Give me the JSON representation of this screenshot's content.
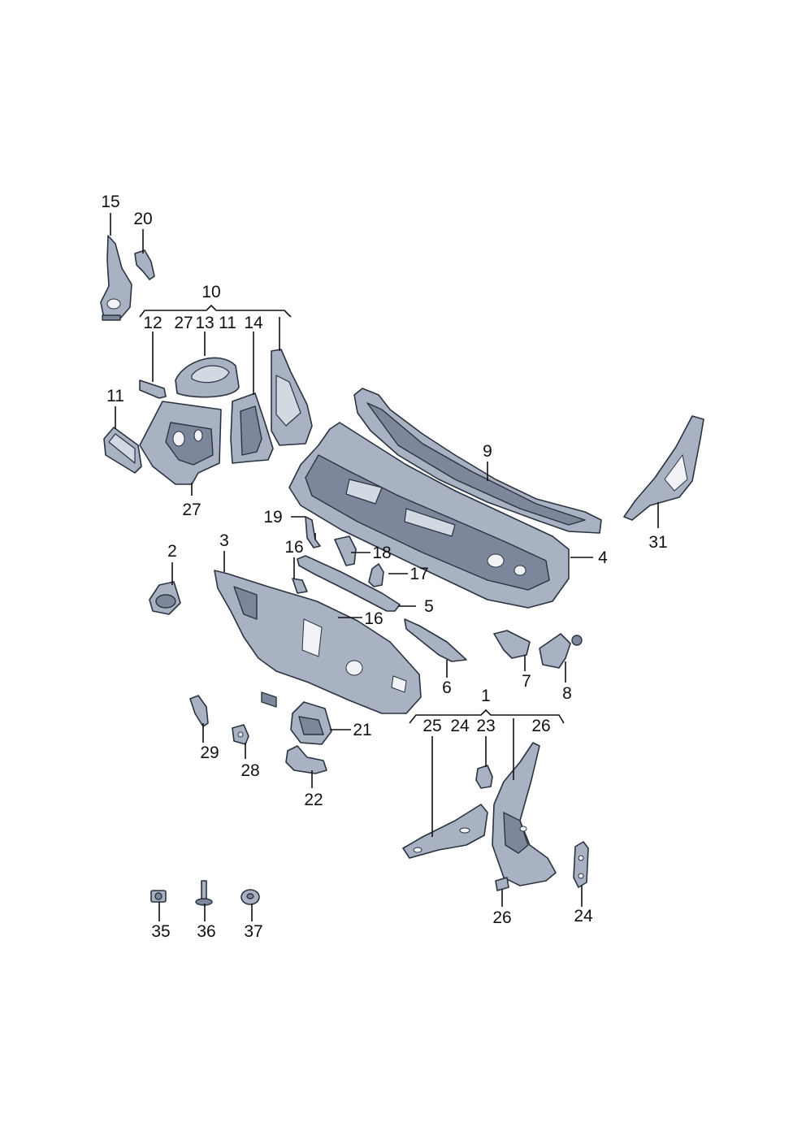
{
  "diagram": {
    "callouts": {
      "c15": "15",
      "c20": "20",
      "c10": "10",
      "c12": "12",
      "c27a": "27",
      "c13": "13",
      "c11a": "11",
      "c14": "14",
      "c11b": "11",
      "c27b": "27",
      "c9": "9",
      "c31": "31",
      "c19": "19",
      "c2": "2",
      "c3": "3",
      "c16a": "16",
      "c18": "18",
      "c17": "17",
      "c4": "4",
      "c5": "5",
      "c16b": "16",
      "c6": "6",
      "c7": "7",
      "c8": "8",
      "c1": "1",
      "c25": "25",
      "c24a": "24",
      "c23": "23",
      "c26a": "26",
      "c21": "21",
      "c29": "29",
      "c28": "28",
      "c22": "22",
      "c26b": "26",
      "c24b": "24",
      "c35": "35",
      "c36": "36",
      "c37": "37"
    }
  },
  "colors": {
    "part_fill": "#a8b2c3",
    "part_dark": "#7c879b",
    "part_light": "#d3d9e3",
    "outline": "#2b3340",
    "leader": "#111111"
  }
}
